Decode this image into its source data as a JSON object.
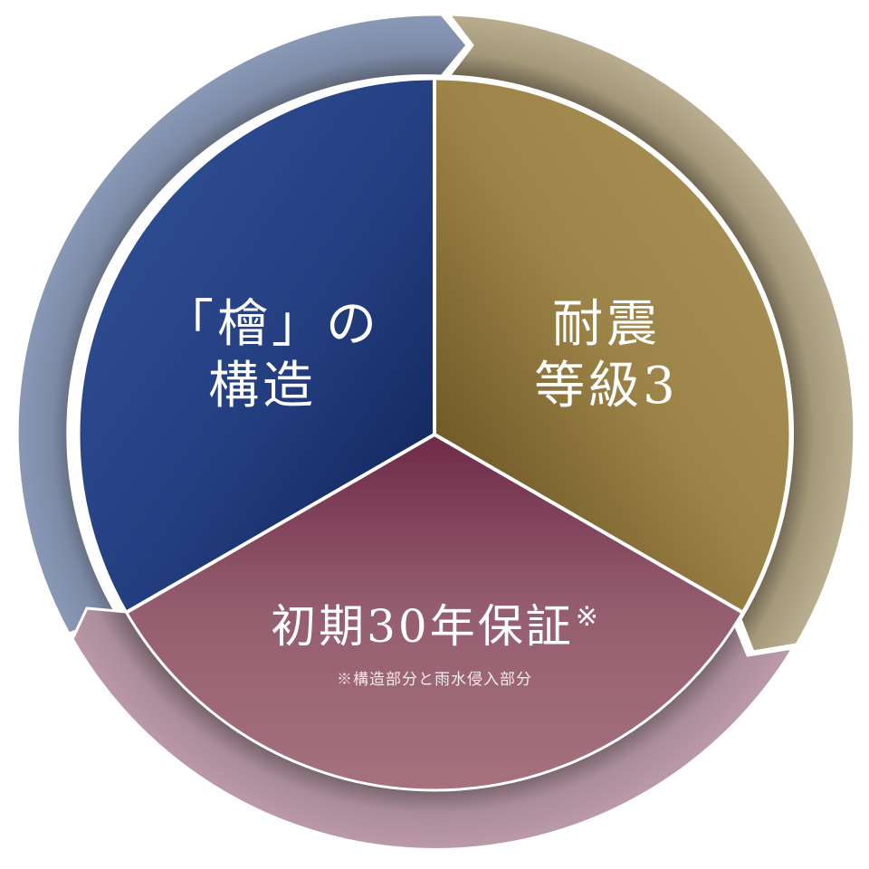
{
  "diagram": {
    "segments": [
      {
        "id": "structure",
        "line1": "「檜」の",
        "line2": "構造",
        "fill_light": "#2f4d8e",
        "fill_dark": "#0e2358",
        "ring_color": "#8494b0"
      },
      {
        "id": "seismic",
        "line1": "耐震",
        "line2": "等級3",
        "fill_light": "#a88f55",
        "fill_dark": "#5f4a1c",
        "ring_color": "#b1a687"
      },
      {
        "id": "warranty",
        "title": "初期30年保証",
        "title_mark": "※",
        "note": "※構造部分と雨水侵入部分",
        "fill_light": "#a3737f",
        "fill_dark": "#6f2e47",
        "ring_color": "#b896a6"
      }
    ],
    "divider_color": "#ffffff"
  }
}
